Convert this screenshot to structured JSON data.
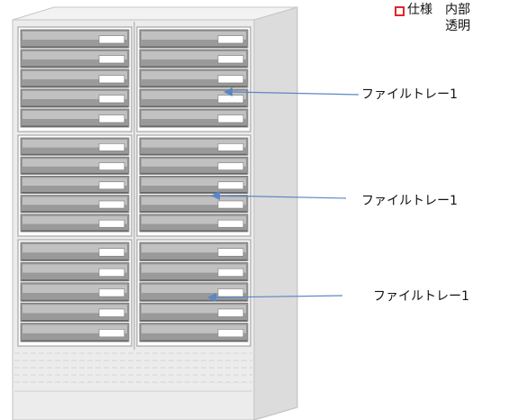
{
  "spec": {
    "title": "仕様",
    "body_line1": "内部",
    "body_line2": "透明"
  },
  "callouts": [
    {
      "label": "ファイルトレー1"
    },
    {
      "label": "ファイルトレー1"
    },
    {
      "label": "ファイルトレー1"
    }
  ],
  "colors": {
    "spec_check": "#e0262a",
    "arrow": "#5b87c5",
    "cabinet_body": "#ececec",
    "tray": "#888888"
  },
  "cabinet": {
    "columns": 2,
    "rows": 3,
    "trays_per_cell": 5
  }
}
